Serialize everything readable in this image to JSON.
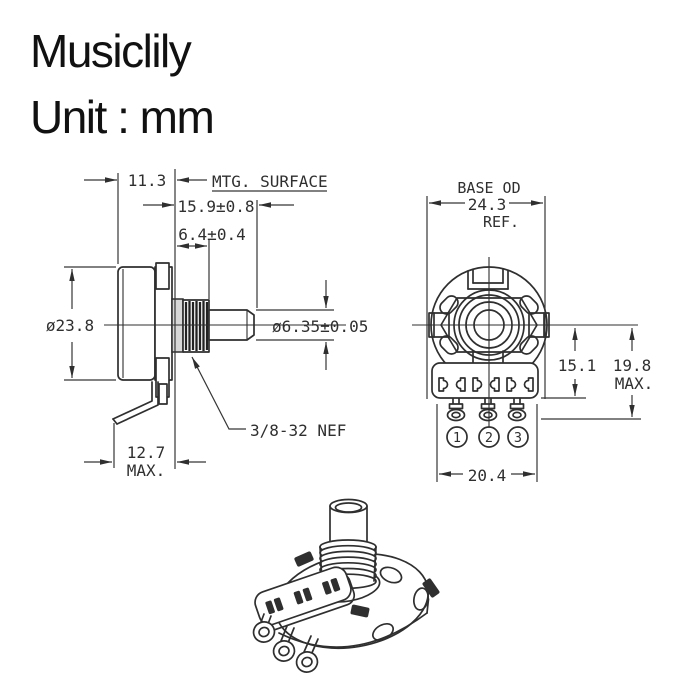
{
  "header": {
    "brand": "Musiclily",
    "unit": "Unit : mm"
  },
  "side_view": {
    "body_depth": "11.3",
    "mtg_surface": "MTG. SURFACE",
    "bushing_shaft_length": "15.9±0.8",
    "bushing_length": "6.4±0.4",
    "body_diameter": "ø23.8",
    "shaft_diameter": "ø6.35±0.05",
    "thread_spec": "3/8-32 NEF",
    "lug_depth": "12.7",
    "lug_depth_qualifier": "MAX."
  },
  "front_view": {
    "base_od_label": "BASE OD",
    "base_od": "24.3",
    "base_od_qualifier": "REF.",
    "center_to_bracket": "15.1",
    "center_to_lug_end": "19.8",
    "center_to_lug_end_qualifier": "MAX.",
    "lug_span": "20.4",
    "terminals": [
      "1",
      "2",
      "3"
    ]
  },
  "colors": {
    "ink": "#2f2f2f",
    "background": "#ffffff"
  }
}
